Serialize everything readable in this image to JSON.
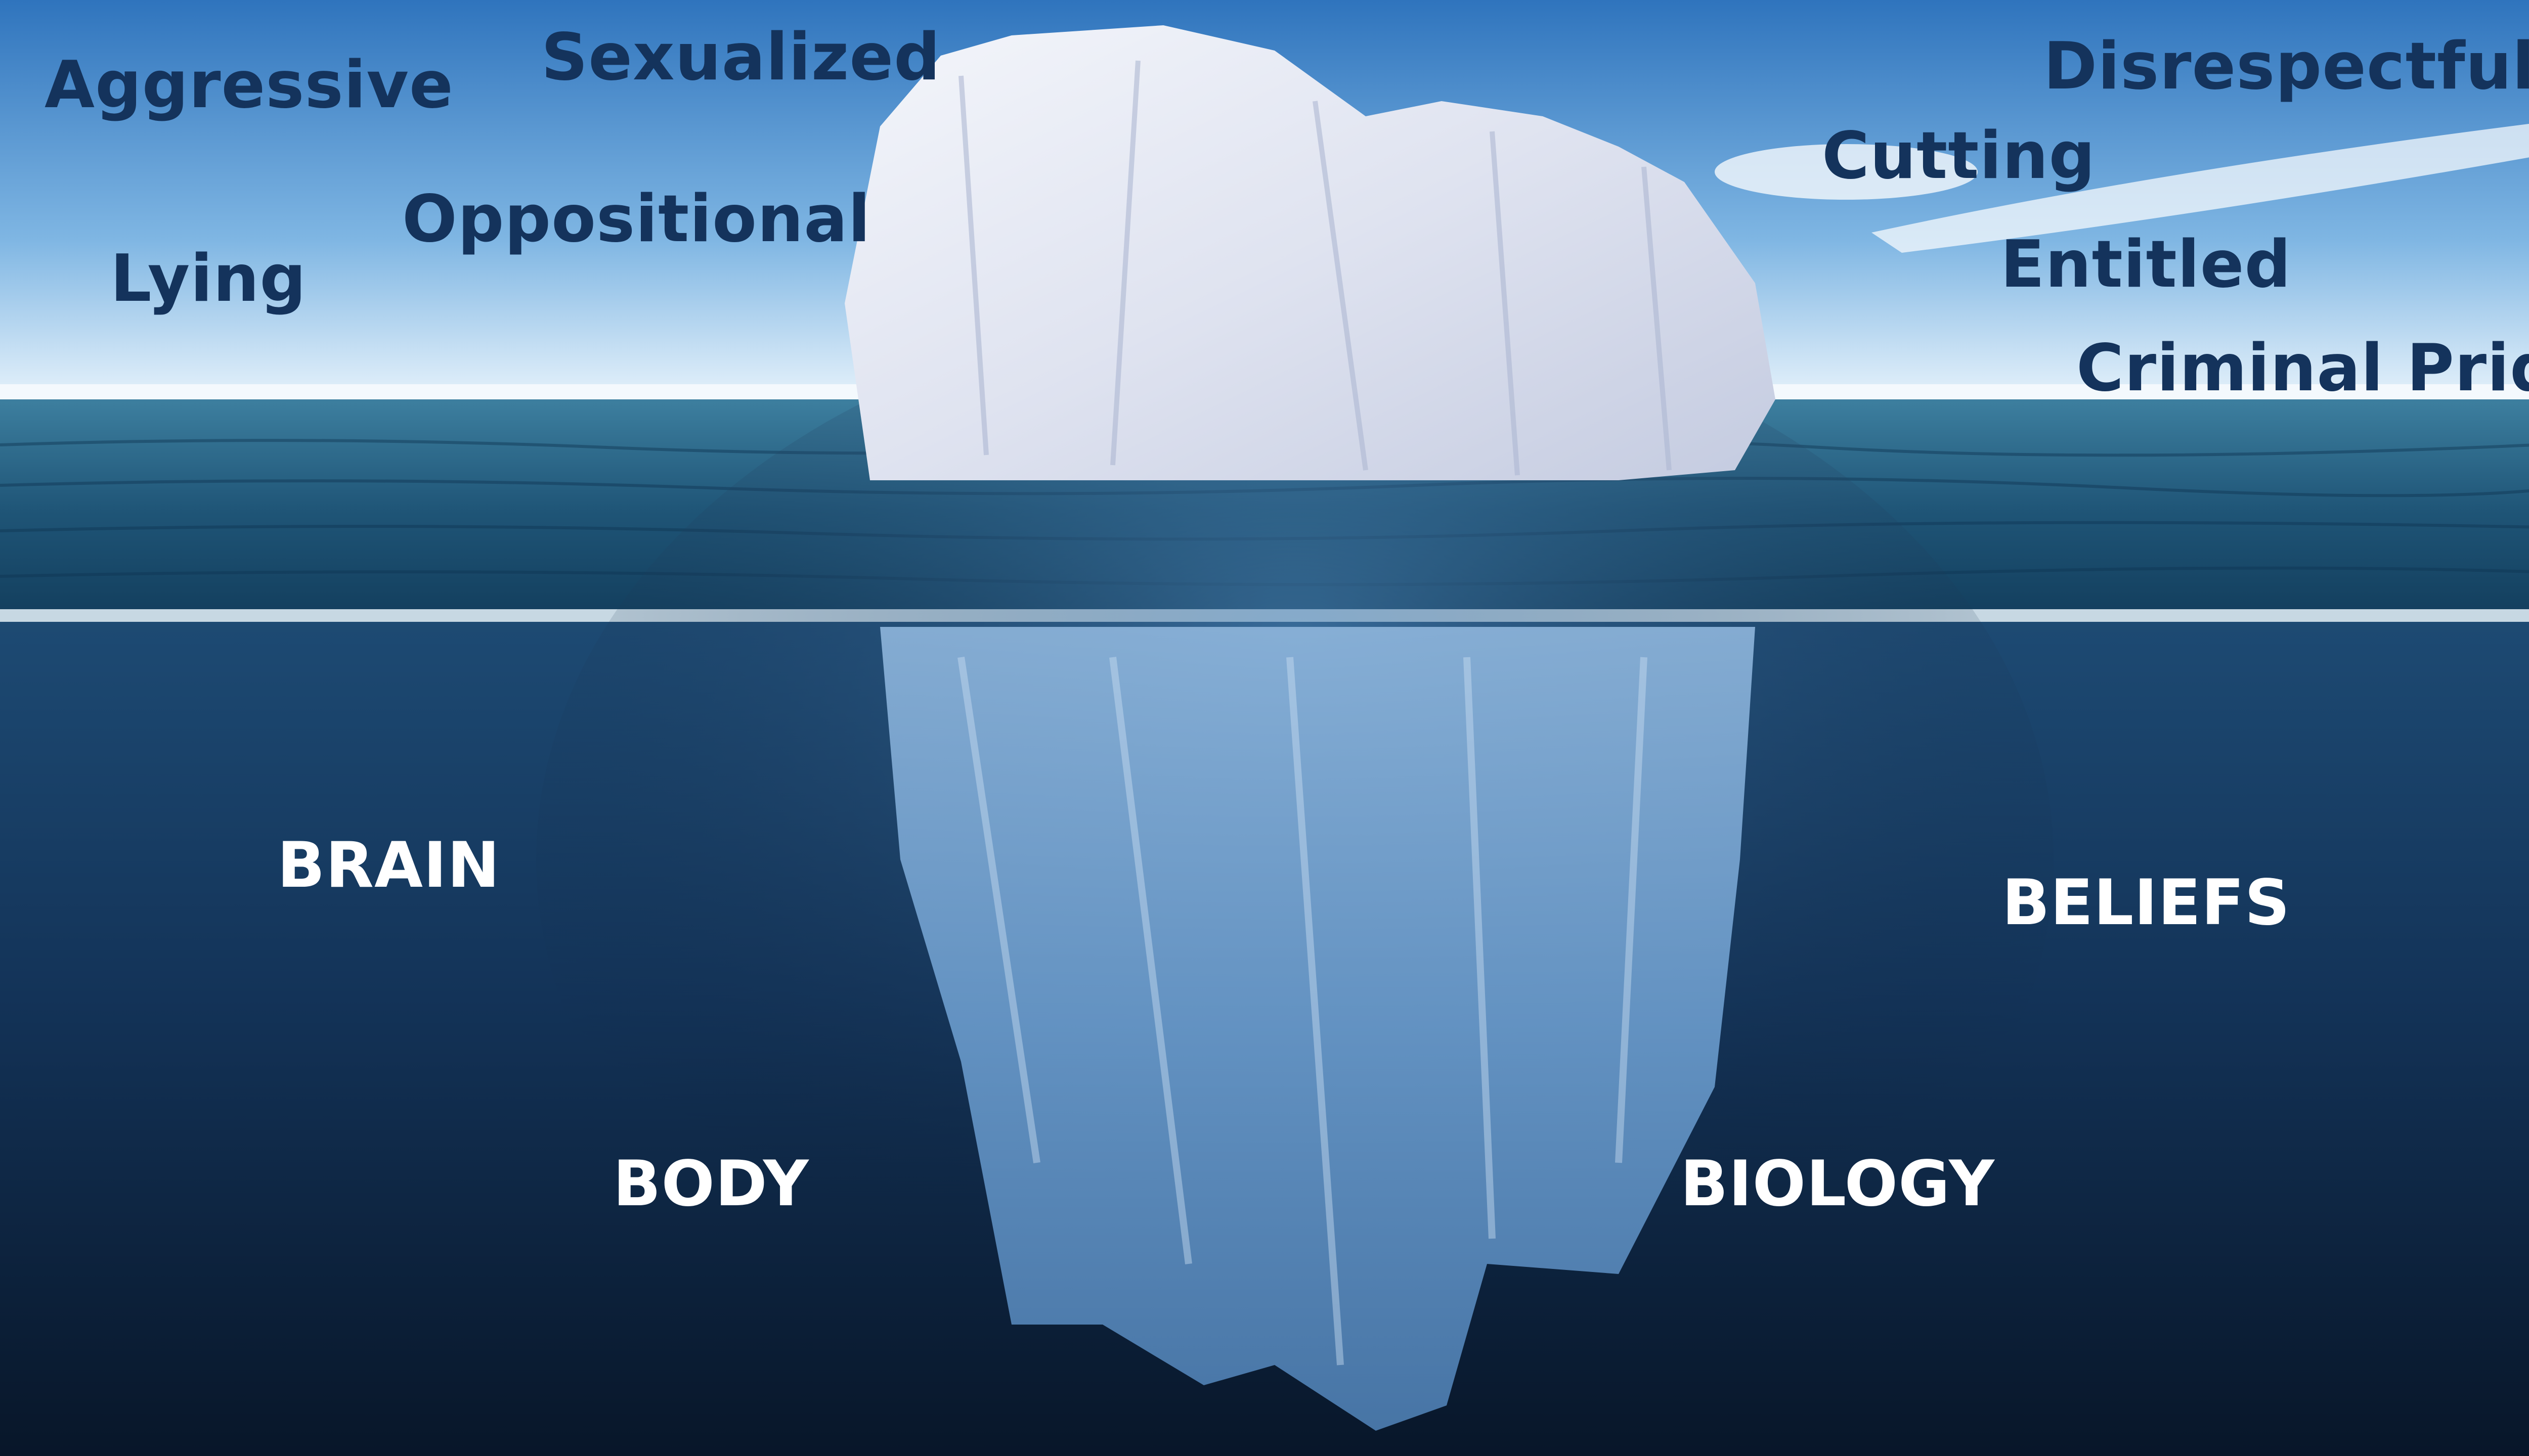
{
  "surface_labels": {
    "aggressive": "Aggressive",
    "sexualized": "Sexualized",
    "oppositional": "Oppositional",
    "lying": "Lying",
    "disrespectful": "Disrespectful",
    "cutting": "Cutting",
    "entitled": "Entitled",
    "criminal_pride": "Criminal Pride"
  },
  "underwater_labels": {
    "brain": "BRAIN",
    "beliefs": "BELIEFS",
    "body": "BODY",
    "biology": "BIOLOGY"
  },
  "colors": {
    "surface_text": "#14335c",
    "underwater_text": "#ffffff",
    "sky": "#5f9fd8",
    "ocean": "#0b1c33"
  }
}
